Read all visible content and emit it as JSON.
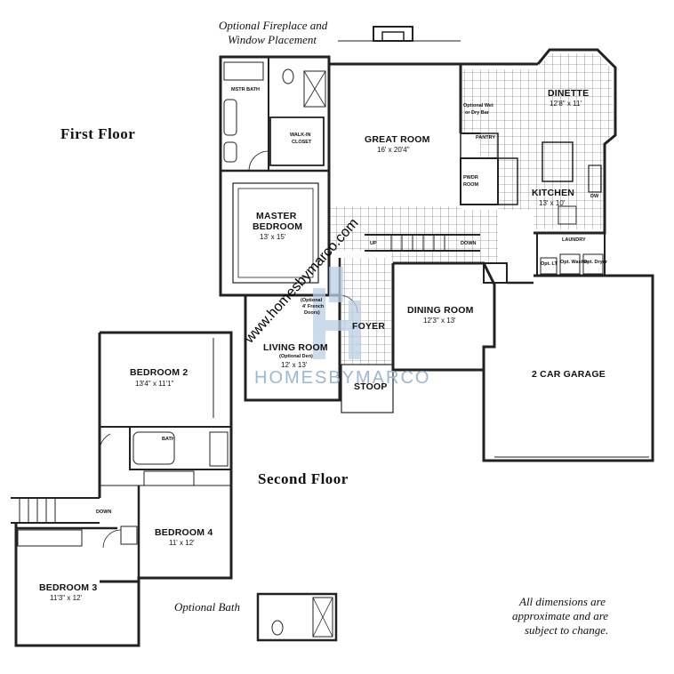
{
  "labels": {
    "first_floor": "First Floor",
    "second_floor": "Second Floor",
    "optional_fireplace": "Optional Fireplace and",
    "window_placement": "Window Placement",
    "optional_bath": "Optional Bath",
    "disclaimer_1": "All dimensions are",
    "disclaimer_2": "approximate and are",
    "disclaimer_3": "subject to change."
  },
  "rooms": {
    "mstr_bath": "MSTR BATH",
    "walk_in_1": "WALK-IN",
    "walk_in_2": "CLOSET",
    "master_1": "MASTER",
    "master_2": "BEDROOM",
    "master_dim": "13' x 15'",
    "great_room": "GREAT ROOM",
    "great_room_dim": "16' x 20'4\"",
    "optional_wet_1": "Optional Wet",
    "optional_wet_2": "or Dry Bar",
    "pantry": "PANTRY",
    "pwdr_1": "PWDR",
    "pwdr_2": "ROOM",
    "dinette": "DINETTE",
    "dinette_dim": "12'8\" x 11'",
    "kitchen": "KITCHEN",
    "kitchen_dim": "13' x 10'",
    "dw": "DW",
    "laundry": "LAUNDRY",
    "opt_lt": "Opt. LT",
    "opt_washer": "Opt. Washer",
    "opt_dryer": "Opt. Dryer",
    "up": "UP",
    "down": "DOWN",
    "french_1": "(Optional",
    "french_2": "4' French",
    "french_3": "Doors)",
    "foyer": "FOYER",
    "living_room": "LIVING ROOM",
    "living_opt": "(Optional Den)",
    "living_dim": "12' x 13'",
    "stoop": "STOOP",
    "dining_room": "DINING ROOM",
    "dining_dim": "12'3\" x 13'",
    "garage": "2 CAR GARAGE",
    "bedroom2": "BEDROOM 2",
    "bedroom2_dim": "13'4\" x 11'1\"",
    "bath": "BATH",
    "down2": "DOWN",
    "bedroom4": "BEDROOM 4",
    "bedroom4_dim": "11' x 12'",
    "bedroom3": "BEDROOM 3",
    "bedroom3_dim": "11'3\" x 12'"
  },
  "watermark": {
    "diagonal": "www.homesbymarco.com",
    "brand": "HOMESBYMARCO"
  }
}
